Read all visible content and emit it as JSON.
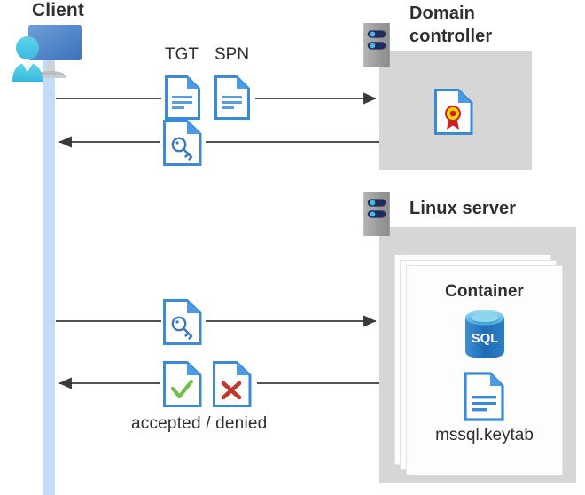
{
  "diagram": {
    "title": "Kerberos authentication flow between a client, a domain controller and a Linux server container running SQL Server",
    "colors": {
      "lifeline": "#c3dcfb",
      "panel_gray": "#d6d6d6",
      "doc_blue": "#3a8ad6",
      "doc_fold_blue": "#4a9ae6",
      "line_dark": "#3a3a3a",
      "accent_green": "#6fbf47",
      "accent_red": "#c0392b",
      "seal_yellow": "#ffd500",
      "seal_red": "#cf2027",
      "sql_blue": "#2a6fba",
      "server_gray": "#9a9a9a",
      "server_navy": "#1f2c5c",
      "server_dot": "#49b8ea",
      "text": "#2f2f2f"
    }
  },
  "nodes": {
    "client": {
      "label": "Client",
      "icon": "client-workstation-icon"
    },
    "domain_controller": {
      "label": "Domain\ncontroller",
      "label_line1": "Domain",
      "label_line2": "controller",
      "icon": "server-rack-icon"
    },
    "linux_server": {
      "label": "Linux server",
      "icon": "server-rack-icon"
    },
    "container": {
      "label": "Container"
    }
  },
  "assets": {
    "certificate": {
      "name": "certificate-document-icon",
      "label": ""
    },
    "sql": {
      "name": "sql-database-icon",
      "label": "SQL"
    },
    "keytab": {
      "name": "keytab-document-icon",
      "label": "mssql.keytab"
    }
  },
  "flows": [
    {
      "id": "flow-request-tgt-spn",
      "direction": "right",
      "from": "client",
      "to": "domain_controller",
      "labels": [
        "TGT",
        "SPN"
      ],
      "icons": [
        "tgt-document-icon",
        "spn-document-icon"
      ]
    },
    {
      "id": "flow-service-ticket",
      "direction": "left",
      "from": "domain_controller",
      "to": "client",
      "labels": [],
      "icons": [
        "service-ticket-key-document-icon"
      ]
    },
    {
      "id": "flow-present-ticket",
      "direction": "right",
      "from": "client",
      "to": "linux_server",
      "labels": [],
      "icons": [
        "service-ticket-key-document-icon"
      ]
    },
    {
      "id": "flow-result",
      "direction": "left",
      "from": "linux_server",
      "to": "client",
      "labels": [
        "accepted / denied"
      ],
      "icons": [
        "accepted-document-icon",
        "denied-document-icon"
      ]
    }
  ],
  "flow_labels": {
    "tgt": "TGT",
    "spn": "SPN",
    "accepted_denied": "accepted / denied"
  }
}
